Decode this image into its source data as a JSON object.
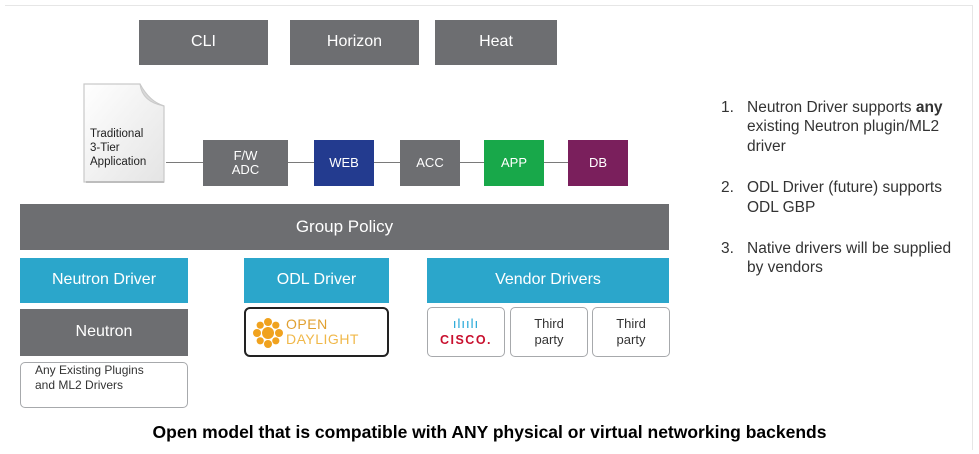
{
  "top_tools": [
    "CLI",
    "Horizon",
    "Heat"
  ],
  "app_doc": {
    "line1": "Traditional",
    "line2": "3-Tier",
    "line3": "Application"
  },
  "tiers": [
    {
      "line1": "F/W",
      "line2": "ADC",
      "color": "#6d6e71"
    },
    {
      "line1": "WEB",
      "line2": "",
      "color": "#233b8f"
    },
    {
      "line1": "ACC",
      "line2": "",
      "color": "#6d6e71"
    },
    {
      "line1": "APP",
      "line2": "",
      "color": "#18a84a"
    },
    {
      "line1": "DB",
      "line2": "",
      "color": "#7a1f5c"
    }
  ],
  "group_policy": "Group Policy",
  "drivers": {
    "neutron_driver": "Neutron Driver",
    "odl_driver": "ODL Driver",
    "vendor_drivers": "Vendor Drivers"
  },
  "neutron": "Neutron",
  "plugins": {
    "line1": "Any Existing Plugins",
    "line2": "and ML2 Drivers"
  },
  "odl_logo": {
    "line1": "OPEN",
    "line2": "DAYLIGHT"
  },
  "vendor_boxes": {
    "cisco_bars": "ılıılı",
    "cisco_word": "CISCO.",
    "third_party_1": {
      "line1": "Third",
      "line2": "party"
    },
    "third_party_2": {
      "line1": "Third",
      "line2": "party"
    }
  },
  "notes": [
    {
      "num": "1.",
      "pre": "Neutron Driver supports ",
      "bold": "any",
      "post": " existing Neutron plugin/ML2 driver"
    },
    {
      "num": "2.",
      "pre": "ODL Driver (future) supports ODL GBP",
      "bold": "",
      "post": ""
    },
    {
      "num": "3.",
      "pre": "Native drivers will be supplied by vendors",
      "bold": "",
      "post": ""
    }
  ],
  "footer": "Open model that is compatible with ANY physical or virtual networking backends",
  "colors": {
    "gray": "#6d6e71",
    "teal": "#2ba6cb",
    "web": "#233b8f",
    "app": "#18a84a",
    "db": "#7a1f5c",
    "cisco_red": "#c8102e",
    "cisco_blue": "#1aa3d6"
  }
}
